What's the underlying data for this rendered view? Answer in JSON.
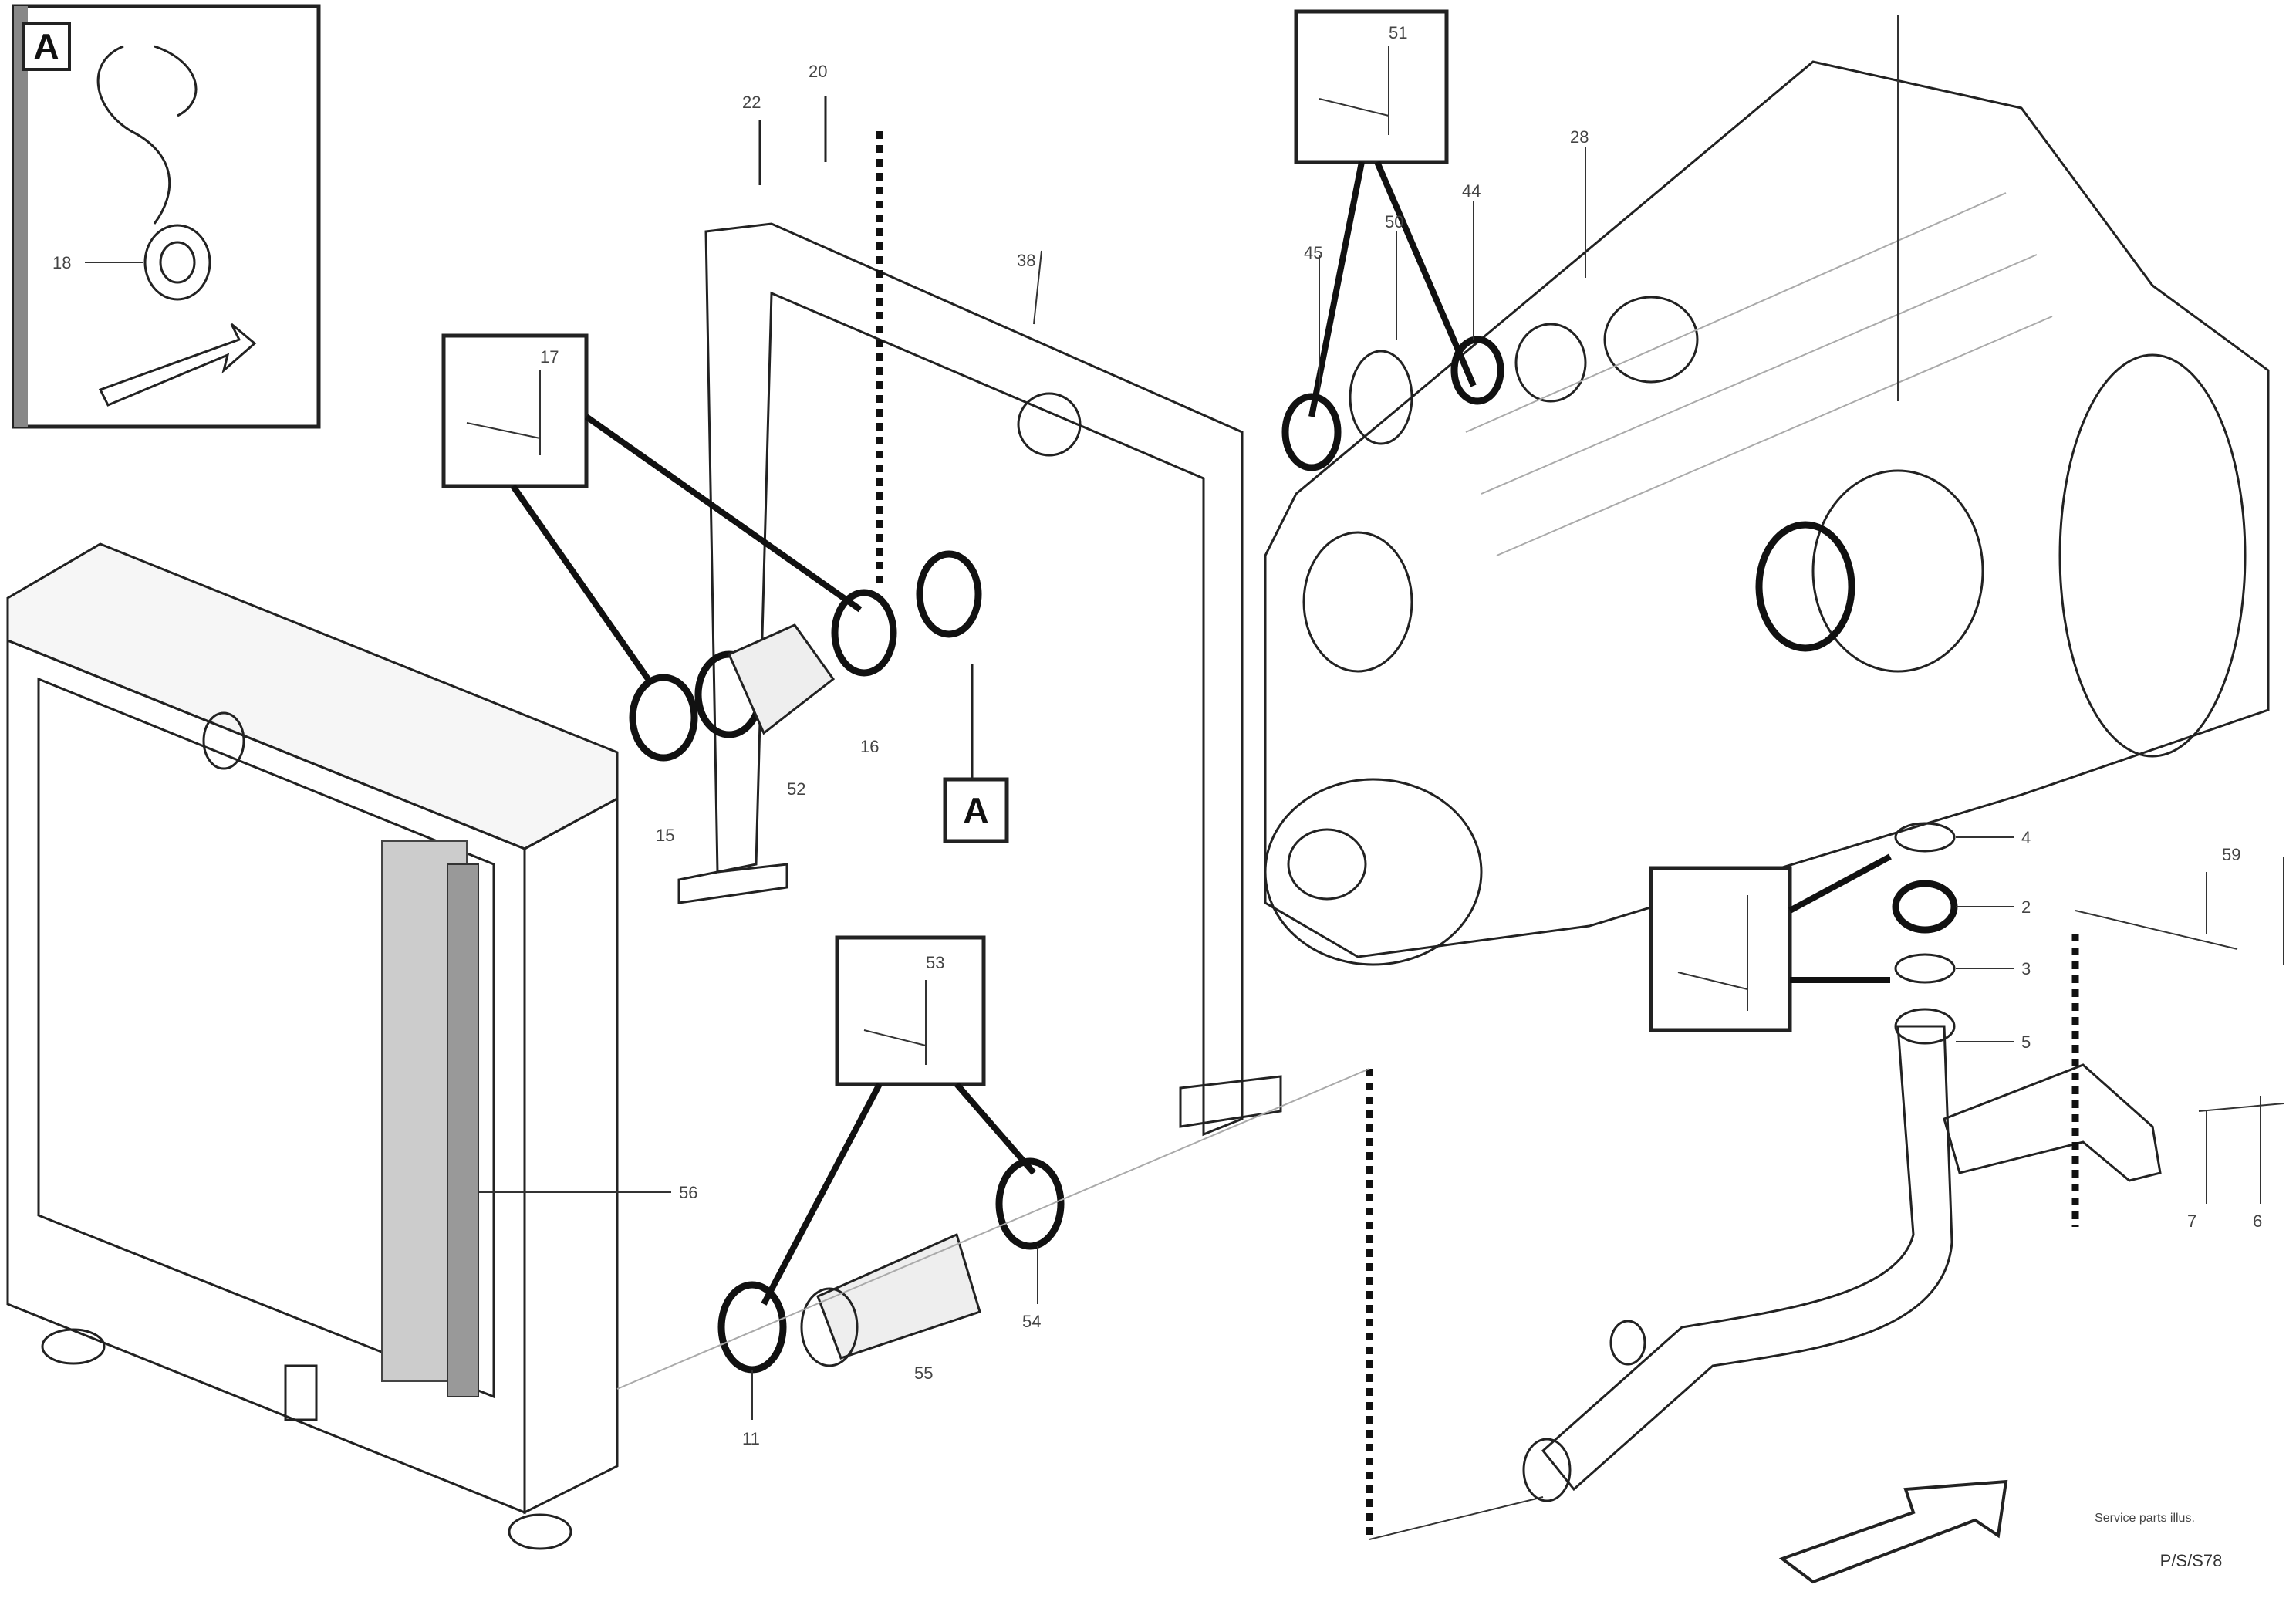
{
  "labels": {
    "detail_a": "A",
    "callout_a": "A",
    "inset_part": "18",
    "p22": "22",
    "p20": "20",
    "p51_top": "51",
    "p50": "50",
    "p28": "28",
    "p44": "44",
    "p45": "45",
    "p38": "38",
    "p17": "17",
    "p4": "4",
    "p2": "2",
    "p3": "3",
    "p5": "5",
    "p6": "6",
    "p7": "7",
    "p15": "15",
    "p52": "52",
    "p16": "16",
    "p56": "56",
    "p59": "59",
    "p55": "55",
    "p11": "11",
    "p53": "53",
    "p54": "54"
  },
  "footer": {
    "caption": "Service parts illus.",
    "drawing_number": "P/S/S78"
  }
}
